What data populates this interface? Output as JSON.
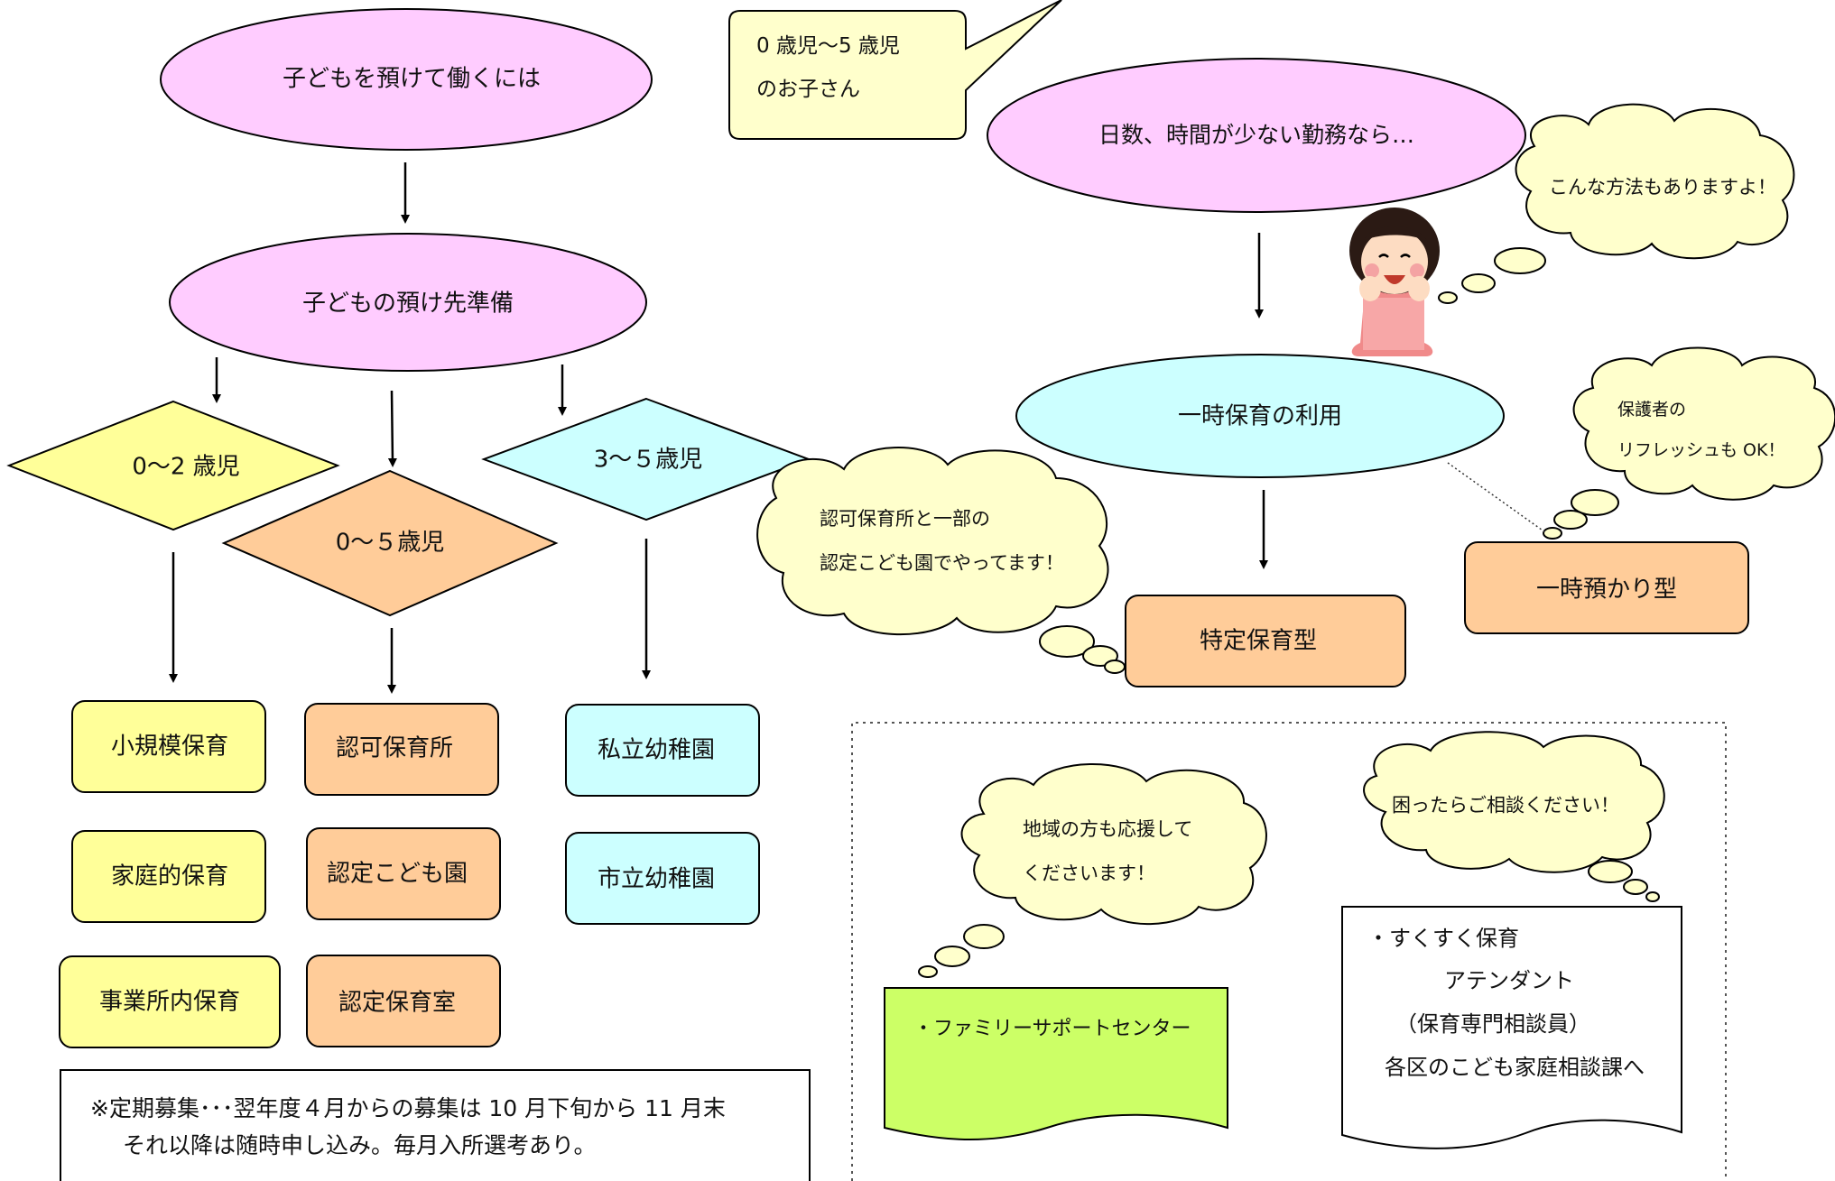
{
  "colors": {
    "pink": "#FFCCFF",
    "yellow": "#FFFF99",
    "orange": "#FFCC99",
    "cyan": "#CCFFFF",
    "cream": "#FFFFCC",
    "green": "#CCFF66"
  },
  "flow": {
    "top_title": "子どもを預けて働くには",
    "prepare": "子どもの預け先準備",
    "age_0_2": "0～2 歳児",
    "age_0_5": "0～５歳児",
    "age_3_5": "3～５歳児",
    "col1": [
      "小規模保育",
      "家庭的保育",
      "事業所内保育"
    ],
    "col2": [
      "認可保育所",
      "認定こども園",
      "認定保育室"
    ],
    "col3": [
      "私立幼稚園",
      "市立幼稚園"
    ]
  },
  "note": {
    "line1": "※定期募集･･･翌年度４月からの募集は 10 月下旬から 11 月末",
    "line2": "それ以降は随時申し込み。毎月入所選考あり。"
  },
  "speech": {
    "line1": "0 歳児～5 歳児",
    "line2": "のお子さん"
  },
  "short_work": "日数、時間が少ない勤務なら…",
  "woman_thought": "こんな方法もありますよ！",
  "temp_care": "一時保育の利用",
  "nursery_cloud": {
    "line1": "認可保育所と一部の",
    "line2": "認定こども園でやってます！"
  },
  "specific": "特定保育型",
  "refresh_cloud": {
    "line1": "保護者の",
    "line2": "リフレッシュも OK！"
  },
  "temporary": "一時預かり型",
  "community_cloud": {
    "line1": "地域の方も応援して",
    "line2": "くださいます！"
  },
  "family_support": "・ファミリーサポートセンター",
  "consult_cloud": "困ったらご相談ください！",
  "consult_box": {
    "line1": "・すくすく保育",
    "line2": "アテンダント",
    "line3": "（保育専門相談員）",
    "line4": "各区のこども家庭相談課へ"
  }
}
